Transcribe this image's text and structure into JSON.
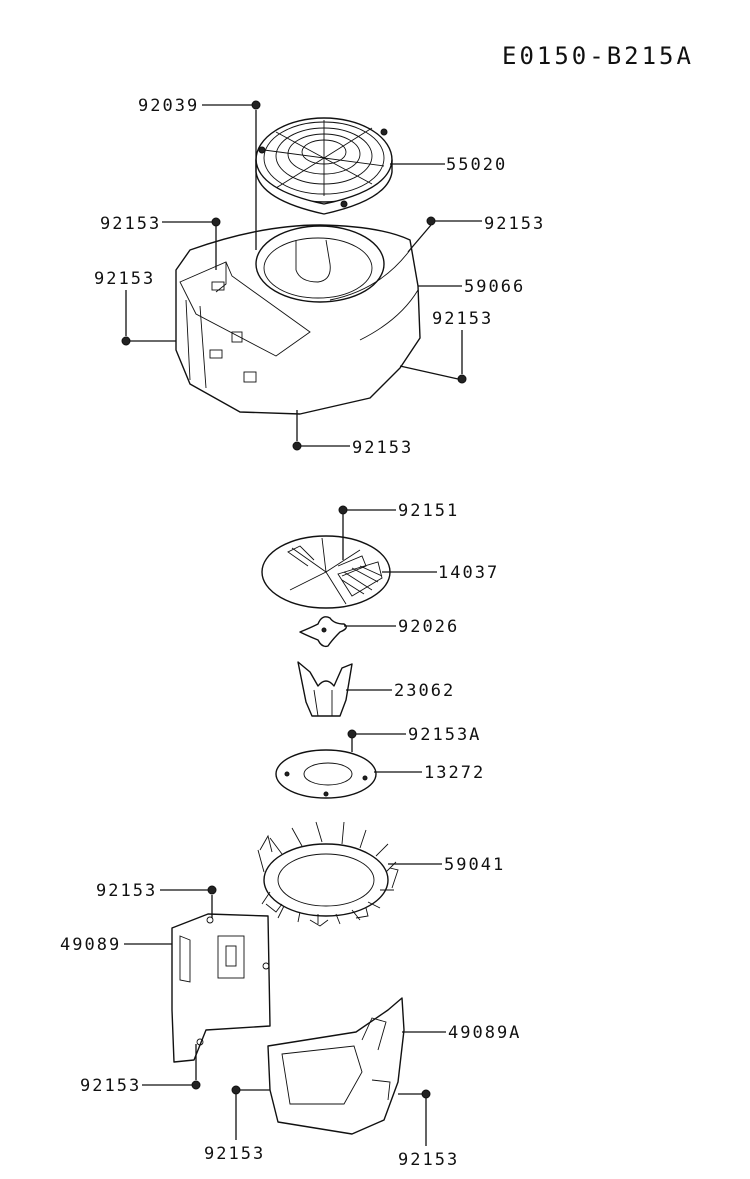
{
  "diagram_code": "E0150-B215A",
  "callouts": {
    "c92039": "92039",
    "c55020": "55020",
    "c92153_tl": "92153",
    "c92153_tr": "92153",
    "c92153_l": "92153",
    "c59066": "59066",
    "c92153_r": "92153",
    "c92153_b": "92153",
    "c92151": "92151",
    "c14037": "14037",
    "c92026": "92026",
    "c23062": "23062",
    "c92153A": "92153A",
    "c13272": "13272",
    "c59041": "59041",
    "c92153_cl": "92153",
    "c49089": "49089",
    "c49089A": "49089A",
    "c92153_bl1": "92153",
    "c92153_bl2": "92153",
    "c92153_br": "92153"
  }
}
